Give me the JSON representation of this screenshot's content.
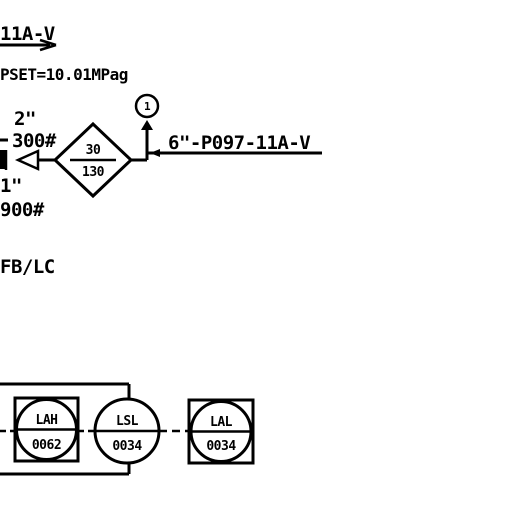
{
  "top_line": {
    "line_number_label": "11A-V",
    "set_pressure_label": "PSET=10.01MPag"
  },
  "relief_valve": {
    "inlet_size_label": "2\"",
    "inlet_rating_label": "300#",
    "outlet_size_label": "1\"",
    "outlet_rating_label": "900#"
  },
  "diamond_tag": {
    "top_value": "30",
    "bottom_value": "130"
  },
  "note_balloon": {
    "number": "1"
  },
  "vent_line": {
    "label": "6\"-P097-11A-V"
  },
  "valve_status": {
    "label": "FB/LC"
  },
  "instruments": {
    "lah": {
      "function": "LAH",
      "tag": "0062"
    },
    "lsl": {
      "function": "LSL",
      "tag": "0034"
    },
    "lal": {
      "function": "LAL",
      "tag": "0034"
    }
  }
}
